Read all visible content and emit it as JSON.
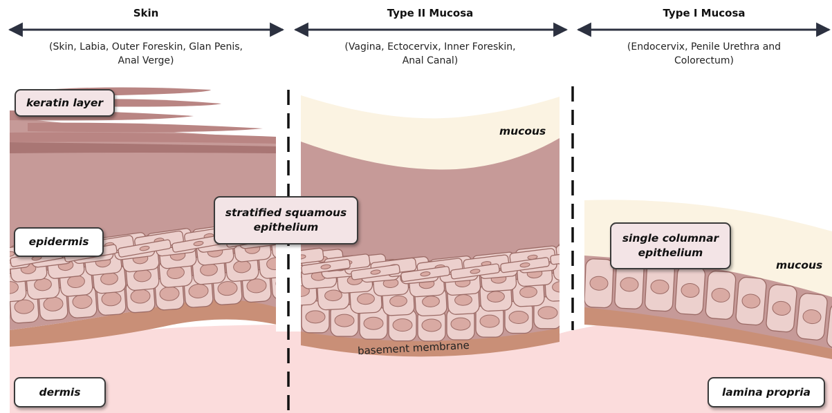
{
  "regions": [
    {
      "title": "Skin",
      "subtitle_line1": "(Skin, Labia, Outer Foreskin, Glan Penis,",
      "subtitle_line2": "Anal Verge)"
    },
    {
      "title": "Type II Mucosa",
      "subtitle_line1": "(Vagina, Ectocervix, Inner Foreskin,",
      "subtitle_line2": "Anal Canal)"
    },
    {
      "title": "Type I Mucosa",
      "subtitle_line1": "(Endocervix, Penile Urethra and",
      "subtitle_line2": "Colorectum)"
    }
  ],
  "labels": {
    "keratin_layer": "keratin layer",
    "epidermis": "epidermis",
    "dermis": "dermis",
    "stratified_line1": "stratified squamous",
    "stratified_line2": "epithelium",
    "single_line1": "single columnar",
    "single_line2": "epithelium",
    "mucous_type2": "mucous",
    "mucous_type1": "mucous",
    "basement_membrane": "basement membrane",
    "lamina_propria": "lamina propria"
  },
  "colors": {
    "dermis": "#fbdcdc",
    "basement": "#c98f77",
    "cell": "#ecd0cd",
    "cell_outline": "#9b6b66",
    "nucleus": "#d9aaa3",
    "upper_cell": "#c69a98",
    "keratin": "#b98583",
    "mucous": "#fbf3e2",
    "arrow": "#2c3140"
  }
}
